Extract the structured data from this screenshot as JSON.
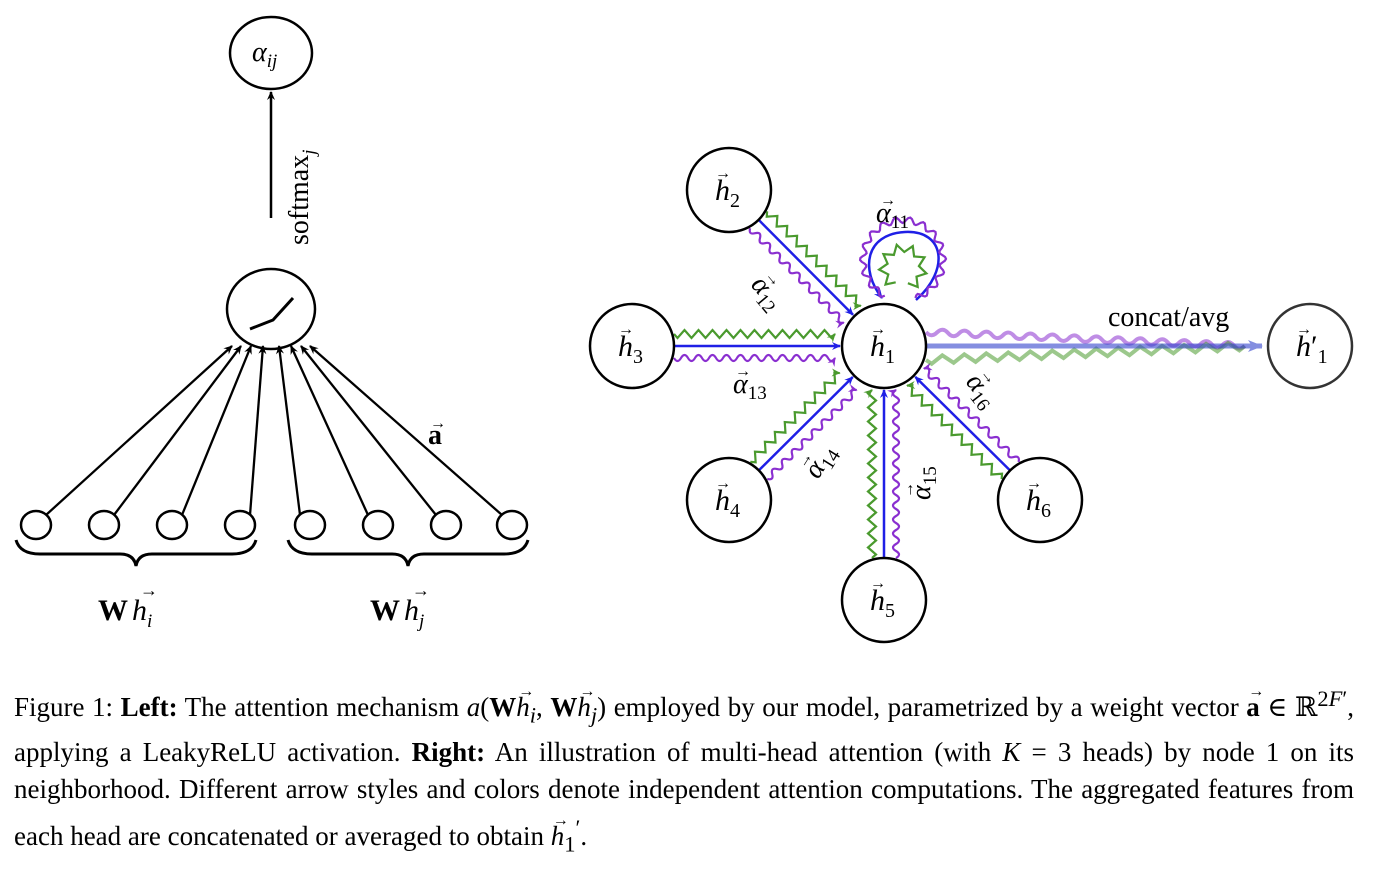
{
  "left_diagram": {
    "output_node": {
      "label": "α",
      "sub": "ij"
    },
    "softmax_label": {
      "text": "softmax",
      "sub": "j"
    },
    "activation_node": {
      "function": "LeakyReLU",
      "icon": "leaky-relu-icon"
    },
    "weight_vector_label": "a",
    "input_groups": [
      {
        "label_bold": "W",
        "label_var": "h",
        "sub": "i",
        "node_count": 4
      },
      {
        "label_bold": "W",
        "label_var": "h",
        "sub": "j",
        "node_count": 4
      }
    ]
  },
  "right_diagram": {
    "center_node": {
      "var": "h",
      "sub": "1"
    },
    "neighbors": [
      {
        "var": "h",
        "sub": "2",
        "edge_label": "α",
        "edge_sub": "12"
      },
      {
        "var": "h",
        "sub": "3",
        "edge_label": "α",
        "edge_sub": "13"
      },
      {
        "var": "h",
        "sub": "4",
        "edge_label": "α",
        "edge_sub": "14"
      },
      {
        "var": "h",
        "sub": "5",
        "edge_label": "α",
        "edge_sub": "15"
      },
      {
        "var": "h",
        "sub": "6",
        "edge_label": "α",
        "edge_sub": "16"
      }
    ],
    "self_loop_label": {
      "text": "α",
      "sub": "11"
    },
    "aggregation_label": "concat/avg",
    "output_node": {
      "var": "h",
      "prime": "′",
      "sub": "1"
    },
    "heads": [
      {
        "name": "head-1",
        "style": "straight",
        "color": "#1f1fe6"
      },
      {
        "name": "head-2",
        "style": "zigzag",
        "color": "#4a9a2e"
      },
      {
        "name": "head-3",
        "style": "wavy",
        "color": "#8a2fd0"
      }
    ]
  },
  "caption": {
    "prefix": "Figure 1:",
    "left_label": "Left:",
    "left_text_1": "The attention mechanism",
    "left_fn": "a",
    "left_text_2": "employed by our model, parametrized by a weight vector",
    "left_text_3": ", applying a LeakyReLU activation.",
    "right_label": "Right:",
    "right_text_1": "An illustration of multi-head attention (with",
    "right_k": "K",
    "right_eq": " = 3 heads) by node 1 on its neighborhood. Different arrow styles and colors denote independent attention computations. The aggregated features from each head are concatenated or averaged to obtain",
    "end": "."
  }
}
